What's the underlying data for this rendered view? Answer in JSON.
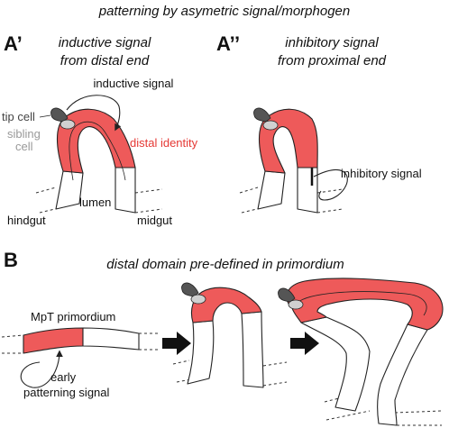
{
  "header": {
    "title": "patterning by asymetric signal/morphogen"
  },
  "panel_a1": {
    "letter": "A’",
    "title_line1": "inductive signal",
    "title_line2": "from distal end",
    "labels": {
      "inductive_signal": "inductive signal",
      "tip_cell": "tip cell",
      "sibling_line1": "sibling",
      "sibling_line2": "cell",
      "distal_identity": "distal identity",
      "lumen": "lumen",
      "hindgut": "hindgut",
      "midgut": "midgut"
    }
  },
  "panel_a2": {
    "letter": "A’’",
    "title_line1": "inhibitory signal",
    "title_line2": "from proximal end",
    "labels": {
      "inhibitory_signal": "inhibitory signal"
    }
  },
  "panel_b": {
    "letter": "B",
    "title": "distal domain pre-defined in primordium",
    "labels": {
      "primordium": "MpT primordium",
      "early_line1": "early",
      "early_line2": "patterning signal"
    }
  },
  "colors": {
    "distal_red": "#ee5a5a",
    "outline": "#222222",
    "tip_cell": "#555555",
    "sibling_cell": "#d0d0d0",
    "distal_text": "#e53935",
    "muted_text": "#9a9a9a"
  }
}
